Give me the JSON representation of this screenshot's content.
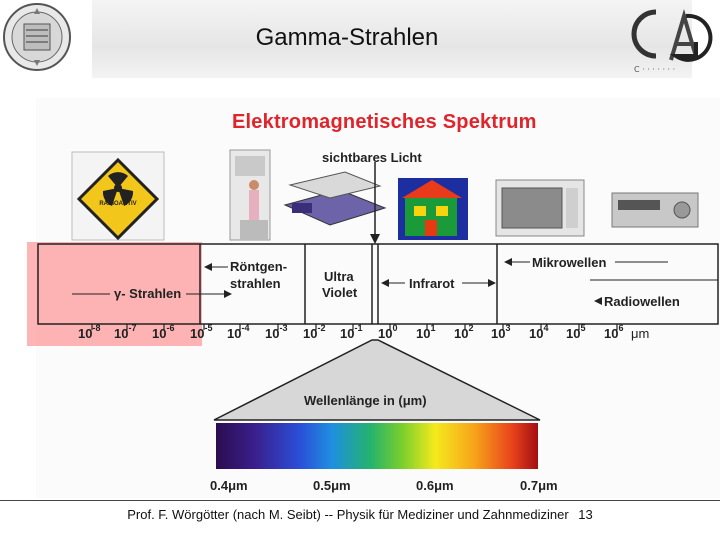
{
  "header": {
    "title": "Gamma-Strahlen"
  },
  "figure": {
    "title": "Elektromagnetisches Spektrum",
    "visible_light_label": "sichtbares Licht",
    "hazard_sign_text": "RADIOAKTIV",
    "regions": {
      "gamma": "γ- Strahlen",
      "xray_line1": "Röntgen-",
      "xray_line2": "strahlen",
      "uv_line1": "Ultra",
      "uv_line2": "Violet",
      "infrared": "Infrarot",
      "microwave": "Mikrowellen",
      "radio": "Radiowellen"
    },
    "scale_ticks": [
      {
        "base": "10",
        "exp": "-8"
      },
      {
        "base": "10",
        "exp": "-7"
      },
      {
        "base": "10",
        "exp": "-6"
      },
      {
        "base": "10",
        "exp": "-5"
      },
      {
        "base": "10",
        "exp": "-4"
      },
      {
        "base": "10",
        "exp": "-3"
      },
      {
        "base": "10",
        "exp": "-2"
      },
      {
        "base": "10",
        "exp": "-1"
      },
      {
        "base": "10",
        "exp": "0"
      },
      {
        "base": "10",
        "exp": "1"
      },
      {
        "base": "10",
        "exp": "2"
      },
      {
        "base": "10",
        "exp": "3"
      },
      {
        "base": "10",
        "exp": "4"
      },
      {
        "base": "10",
        "exp": "5"
      },
      {
        "base": "10",
        "exp": "6"
      }
    ],
    "scale_unit": "μm",
    "wavelength_label": "Wellenlänge in (μm)",
    "visible_ticks": [
      "0.4μm",
      "0.5μm",
      "0.6μm",
      "0.7μm"
    ]
  },
  "footer": {
    "text": "Prof. F. Wörgötter (nach M. Seibt) -- Physik für Mediziner und Zahnmediziner",
    "page_number": "13"
  }
}
